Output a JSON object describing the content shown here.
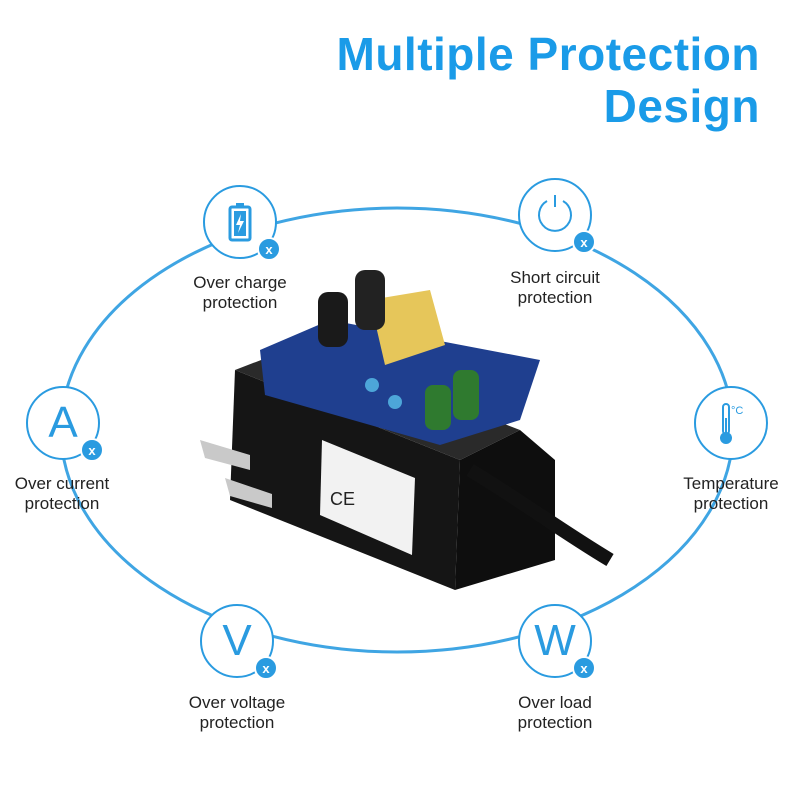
{
  "title": {
    "line1": "Multiple Protection",
    "line2": "Design"
  },
  "accent_color": "#2a9be0",
  "features": [
    {
      "icon": "battery-icon",
      "line1": "Over charge",
      "line2": "protection"
    },
    {
      "icon": "power-icon",
      "line1": "Short circuit",
      "line2": "protection"
    },
    {
      "icon": "ampere-icon",
      "glyph": "A",
      "line1": "Over current",
      "line2": "protection"
    },
    {
      "icon": "thermometer-icon",
      "line1": "Temperature",
      "line2": "protection"
    },
    {
      "icon": "voltage-icon",
      "glyph": "V",
      "line1": "Over voltage",
      "line2": "protection"
    },
    {
      "icon": "watt-icon",
      "glyph": "W",
      "line1": "Over load",
      "line2": "protection"
    }
  ],
  "badge_glyph": "x",
  "temp_unit": "°C"
}
